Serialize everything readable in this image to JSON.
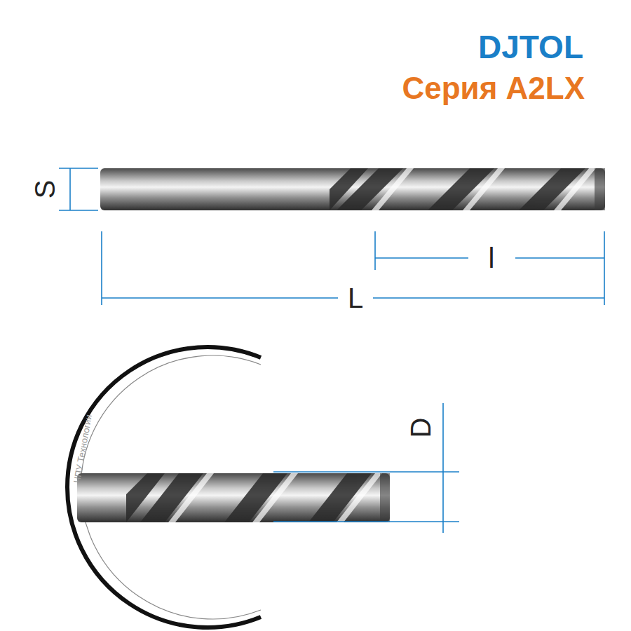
{
  "diagram": {
    "title": "DJTOL",
    "labels": [
      "Серия A2LX",
      "S",
      "l",
      "L",
      "D",
      "ЧПУ Технологии"
    ]
  }
}
